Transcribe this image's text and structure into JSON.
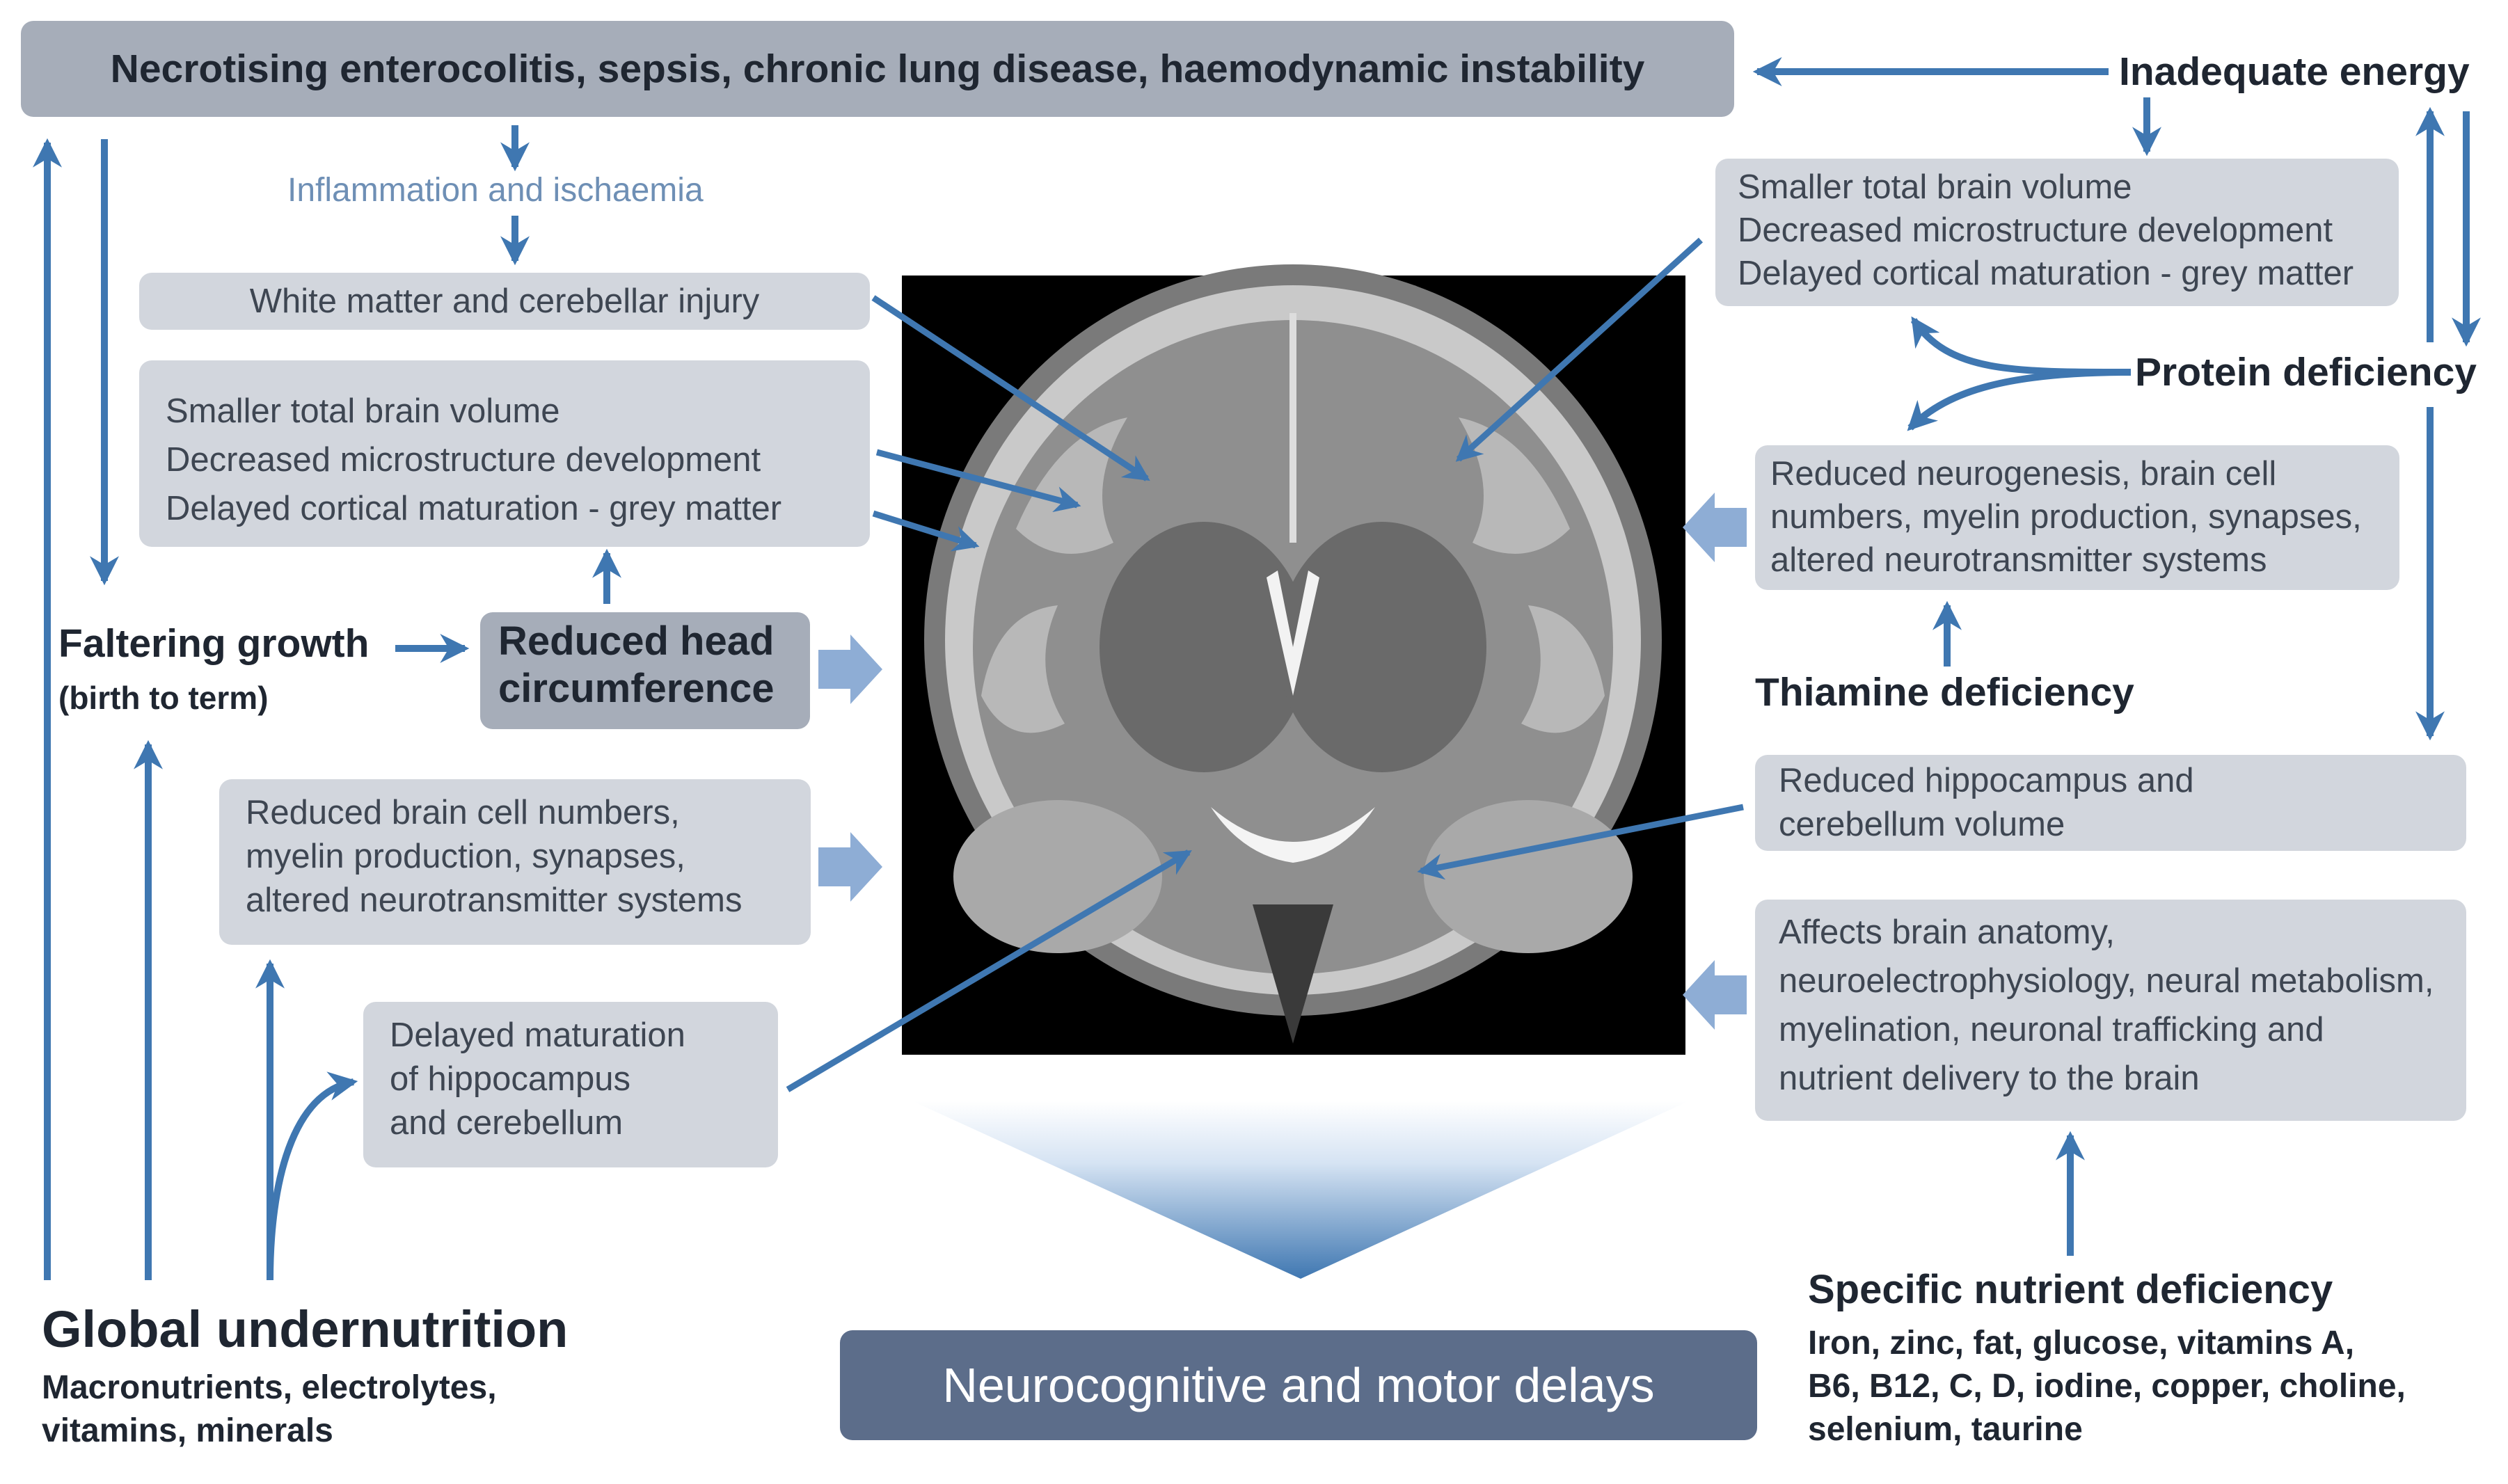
{
  "colors": {
    "arrow": "#3f77b1",
    "broad_arrow": "#8eadd5",
    "light_box": "#d2d6dd",
    "dark_box": "#a6adb9",
    "navy_box": "#5c6d8a"
  },
  "top_conditions": "Necrotising enterocolitis, sepsis, chronic lung disease, haemodynamic instability",
  "inflammation": "Inflammation and ischaemia",
  "white_matter": "White matter and cerebellar injury",
  "left_brain_volume": [
    "Smaller total brain volume",
    "Decreased microstructure development",
    "Delayed cortical maturation - grey matter"
  ],
  "faltering": {
    "title": "Faltering growth",
    "sub": "(birth to term)"
  },
  "reduced_head": [
    "Reduced head",
    "circumference"
  ],
  "left_cells": [
    "Reduced brain cell numbers,",
    "myelin production, synapses,",
    "altered neurotransmitter systems"
  ],
  "delayed_hippo": [
    "Delayed maturation",
    "of hippocampus",
    "and cerebellum"
  ],
  "global": {
    "title": "Global undernutrition",
    "sub": [
      "Macronutrients, electrolytes,",
      "vitamins, minerals"
    ]
  },
  "outcome": "Neurocognitive and motor delays",
  "inadequate_energy": "Inadequate energy",
  "right_brain_volume": [
    "Smaller total brain volume",
    "Decreased microstructure development",
    "Delayed cortical maturation - grey matter"
  ],
  "protein": "Protein deficiency",
  "right_neuro": [
    "Reduced neurogenesis, brain cell",
    "numbers, myelin production, synapses,",
    "altered neurotransmitter systems"
  ],
  "thiamine": "Thiamine deficiency",
  "hippocampus_volume": [
    "Reduced hippocampus and",
    "cerebellum volume"
  ],
  "affects": [
    "Affects brain anatomy,",
    "neuroelectrophysiology, neural metabolism,",
    "myelination, neuronal trafficking and",
    "nutrient delivery to the brain"
  ],
  "specific": {
    "title": "Specific nutrient deficiency",
    "sub": [
      "Iron, zinc, fat, glucose, vitamins A,",
      "B6, B12, C, D, iodine, copper, choline,",
      "selenium, taurine"
    ]
  }
}
